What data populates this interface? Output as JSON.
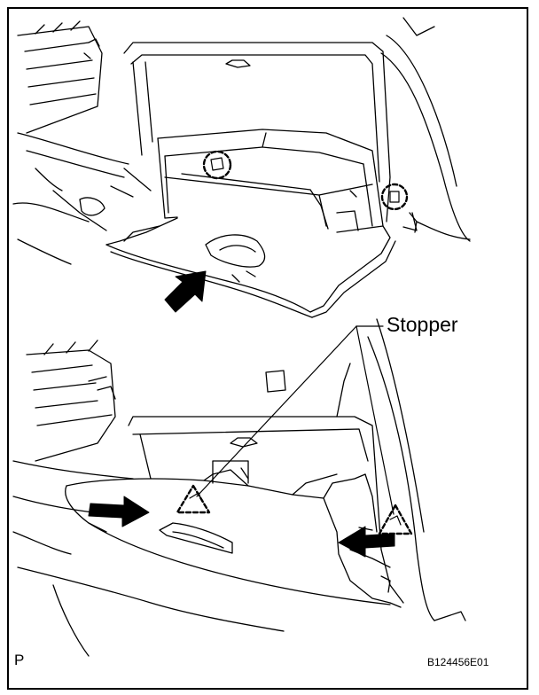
{
  "labels": {
    "callout": "Stopper",
    "panel_letter": "P",
    "figure_code": "B124456E01"
  },
  "colors": {
    "line": "#000000",
    "background": "#ffffff"
  },
  "icons": [
    "push-arrow-icon",
    "stopper-triangle-icon",
    "clip-circle-icon"
  ]
}
